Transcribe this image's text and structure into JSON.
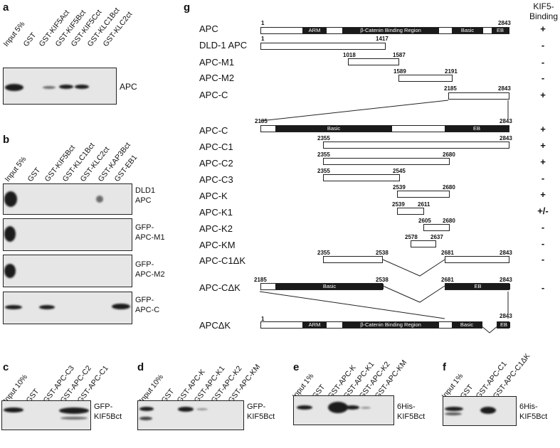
{
  "panels": {
    "a": {
      "letter": "a",
      "lanes": [
        "Input 5%",
        "GST",
        "GST-KIF5Act",
        "GST-KIF5Bct",
        "GST-KIF5Cct",
        "GST-KLC1Bct",
        "GST-KLC2ct"
      ],
      "blot_label": "APC"
    },
    "b": {
      "letter": "b",
      "lanes": [
        "Input 5%",
        "GST",
        "GST-KIF5Bct",
        "GST-KLC1Bct",
        "GST-KLC2ct",
        "GST-KAP3Bct",
        "GST-EB1"
      ],
      "blots": [
        {
          "label1": "DLD1",
          "label2": "APC"
        },
        {
          "label1": "GFP-",
          "label2": "APC-M1"
        },
        {
          "label1": "GFP-",
          "label2": "APC-M2"
        },
        {
          "label1": "GFP-",
          "label2": "APC-C"
        }
      ]
    },
    "c": {
      "letter": "c",
      "lanes": [
        "Input 10%",
        "GST",
        "GST-APC-C3",
        "GST-APC-C2",
        "GST-APC-C1"
      ],
      "label1": "GFP-",
      "label2": "KIF5Bct"
    },
    "d": {
      "letter": "d",
      "lanes": [
        "Input 10%",
        "GST",
        "GST-APC-K",
        "GST-APC-K1",
        "GST-APC-K2",
        "GST-APC-KM"
      ],
      "label1": "GFP-",
      "label2": "KIF5Bct"
    },
    "e": {
      "letter": "e",
      "lanes": [
        "Input 1%",
        "GST",
        "GST-APC-K",
        "GST-APC-K1",
        "GST-APC-K2",
        "GST-APC-KM"
      ],
      "label1": "6His-",
      "label2": "KIF5Bct"
    },
    "f": {
      "letter": "f",
      "lanes": [
        "Input 1%",
        "GST",
        "GST-APC-C1",
        "GST-APC-C1ΔK"
      ],
      "label1": "6His-",
      "label2": "KIF5Bct"
    },
    "g": {
      "letter": "g",
      "header1": "KIF5-",
      "header2": "Binding",
      "domains": {
        "arm": "ARM",
        "beta": "β-Catenin Binding Region",
        "basic": "Basic",
        "eb": "EB"
      },
      "rows": [
        {
          "name": "APC",
          "start": "1",
          "end": "2843",
          "binding": "+"
        },
        {
          "name": "DLD-1 APC",
          "start": "1",
          "end": "1417",
          "binding": "-"
        },
        {
          "name": "APC-M1",
          "start": "1018",
          "end": "1587",
          "binding": "-"
        },
        {
          "name": "APC-M2",
          "start": "1589",
          "end": "2191",
          "binding": "-"
        },
        {
          "name": "APC-C",
          "start": "2185",
          "end": "2843",
          "binding": "+"
        },
        {
          "name": "APC-C",
          "start": "2185",
          "end": "2843",
          "binding": "+"
        },
        {
          "name": "APC-C1",
          "start": "2355",
          "end": "2843",
          "binding": "+"
        },
        {
          "name": "APC-C2",
          "start": "2355",
          "end": "2680",
          "binding": "+"
        },
        {
          "name": "APC-C3",
          "start": "2355",
          "end": "2545",
          "binding": "-"
        },
        {
          "name": "APC-K",
          "start": "2539",
          "end": "2680",
          "binding": "+"
        },
        {
          "name": "APC-K1",
          "start": "2539",
          "end": "2611",
          "binding": "+/-"
        },
        {
          "name": "APC-K2",
          "start": "2605",
          "end": "2680",
          "binding": "-"
        },
        {
          "name": "APC-KM",
          "start": "2578",
          "end": "2637",
          "binding": "-"
        },
        {
          "name": "APC-C1ΔK",
          "start": "2355",
          "end": "2538",
          "end2": "2681",
          "end3": "2843",
          "binding": "-"
        },
        {
          "name": "APC-CΔK",
          "start": "2185",
          "end": "2538",
          "end2": "2681",
          "end3": "2843",
          "binding": "-"
        },
        {
          "name": "APCΔK",
          "start": "1",
          "end": "2843",
          "binding": ""
        }
      ]
    }
  }
}
